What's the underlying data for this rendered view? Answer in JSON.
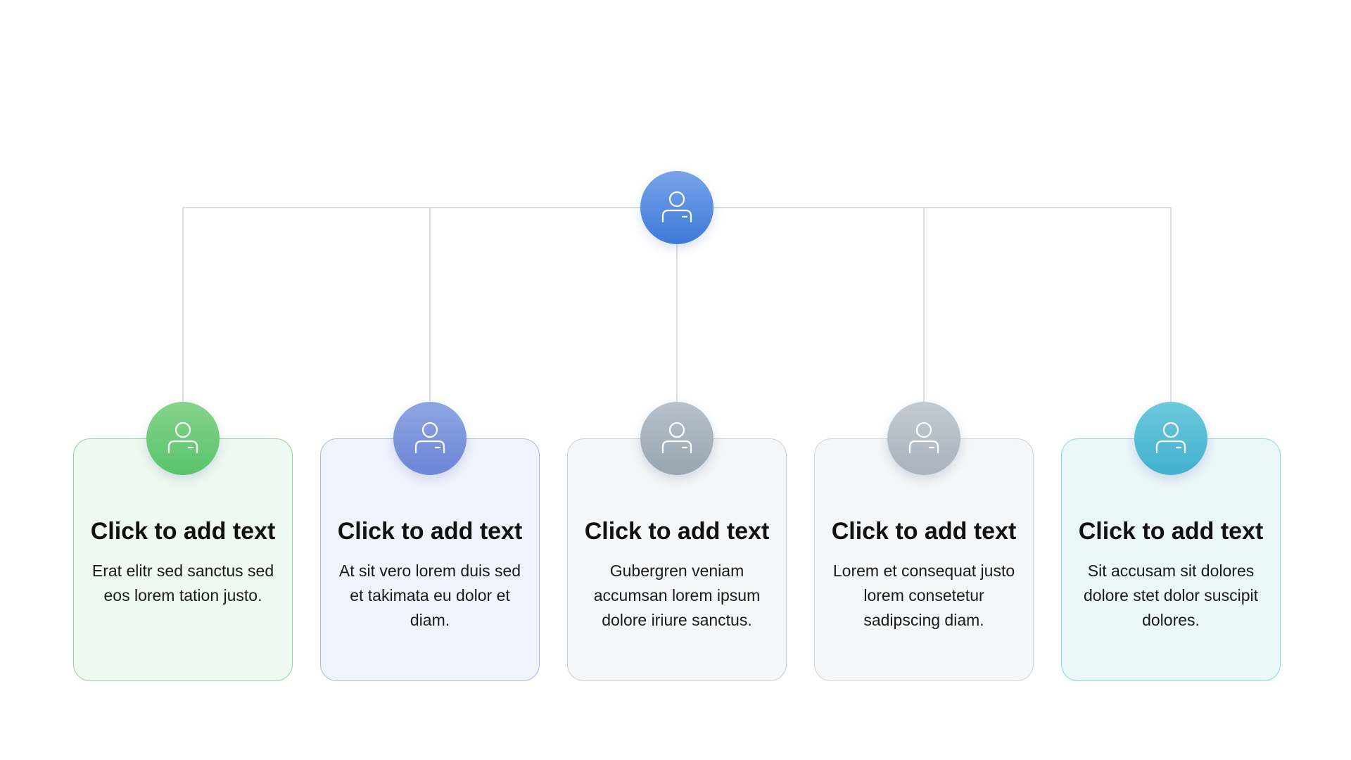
{
  "root": {
    "icon": "person-icon",
    "color": "#3d7ad8"
  },
  "cards": [
    {
      "title": "Click to add text",
      "body": "Erat elitr sed sanctus sed eos lorem tation justo.",
      "icon": "person-icon",
      "color": "#58c46a"
    },
    {
      "title": "Click to add text",
      "body": "At sit vero lorem duis sed et takimata eu dolor et diam.",
      "icon": "person-icon",
      "color": "#6d86d6"
    },
    {
      "title": "Click to add text",
      "body": "Gubergren veniam accumsan lorem ipsum dolore iriure sanctus.",
      "icon": "person-icon",
      "color": "#98a6b1"
    },
    {
      "title": "Click to add text",
      "body": "Lorem et consequat justo lorem consetetur sadipscing diam.",
      "icon": "person-icon",
      "color": "#a9b3bc"
    },
    {
      "title": "Click to add text",
      "body": "Sit accusam sit dolores dolore stet dolor suscipit dolores.",
      "icon": "person-icon",
      "color": "#40b1cf"
    }
  ]
}
